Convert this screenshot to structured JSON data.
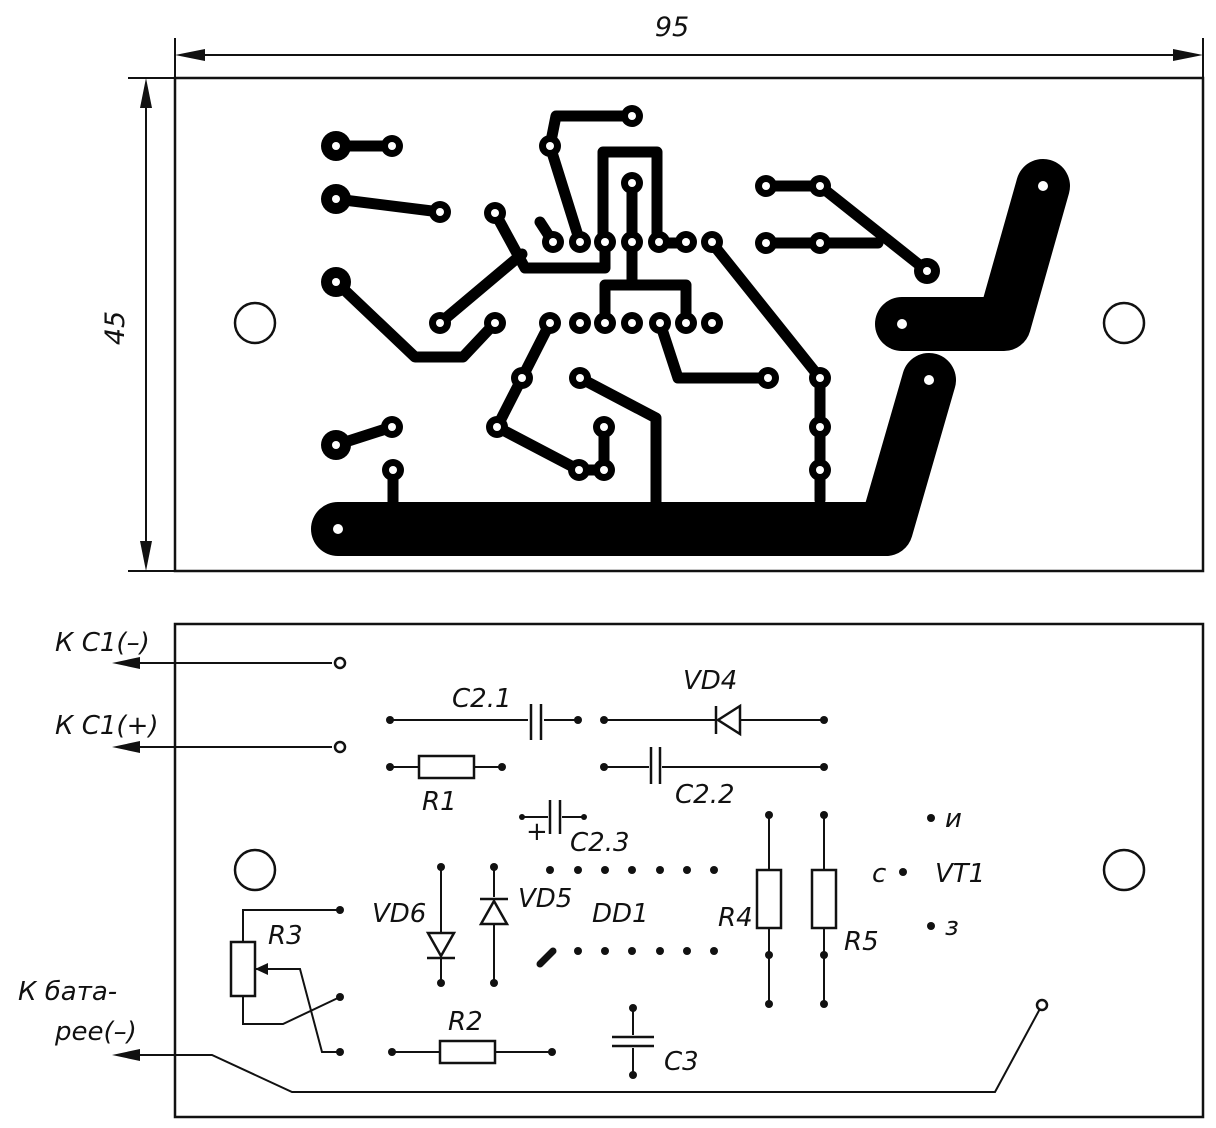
{
  "dimensions": {
    "width": "95",
    "height": "45"
  },
  "components": {
    "c2_1": "C2.1",
    "vd4": "VD4",
    "r1": "R1",
    "c2_2": "C2.2",
    "c2_3": "C2.3",
    "vd6": "VD6",
    "vd5": "VD5",
    "dd1": "DD1",
    "r4": "R4",
    "r5": "R5",
    "r3": "R3",
    "r2": "R2",
    "c3": "C3",
    "vt1": "VT1",
    "plus": "+"
  },
  "transistor_pins": {
    "drain": "и",
    "gate": "с",
    "source": "з"
  },
  "connections": {
    "c1_minus": "К С1(–)",
    "c1_plus": "К С1(+)",
    "battery_line1": "К бата-",
    "battery_line2": "рее(–)"
  },
  "colors": {
    "ink": "#000000",
    "paper": "#ffffff"
  }
}
